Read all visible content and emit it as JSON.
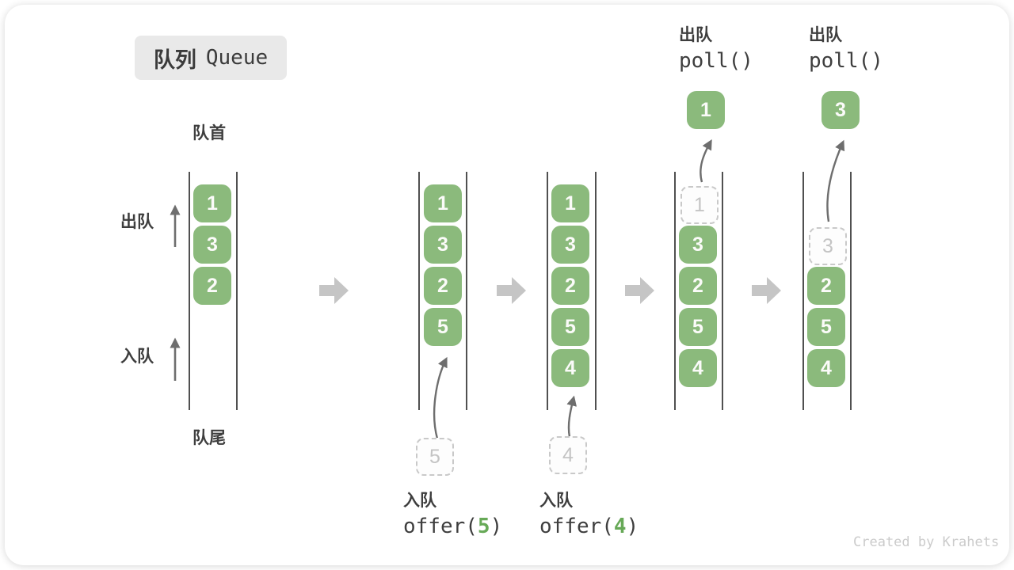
{
  "title": {
    "zh": "队列",
    "en": "Queue"
  },
  "labels": {
    "front": "队首",
    "rear": "队尾",
    "dequeue": "出队",
    "enqueue": "入队"
  },
  "operations": {
    "offer5": {
      "label": "入队",
      "fn": "offer(",
      "arg": "5",
      "close": ")"
    },
    "offer4": {
      "label": "入队",
      "fn": "offer(",
      "arg": "4",
      "close": ")"
    },
    "poll1": {
      "label": "出队",
      "fn": "poll()"
    },
    "poll2": {
      "label": "出队",
      "fn": "poll()"
    }
  },
  "states": {
    "s1": {
      "items": [
        "1",
        "3",
        "2"
      ]
    },
    "s2": {
      "items": [
        "1",
        "3",
        "2",
        "5"
      ],
      "incoming": "5"
    },
    "s3": {
      "items": [
        "1",
        "3",
        "2",
        "5",
        "4"
      ],
      "incoming": "4"
    },
    "s4": {
      "items": [
        "3",
        "2",
        "5",
        "4"
      ],
      "removed": "1",
      "polled": "1"
    },
    "s5": {
      "items": [
        "2",
        "5",
        "4"
      ],
      "removed": "3",
      "polled": "3"
    }
  },
  "watermark": "Created by Krahets",
  "colors": {
    "item_green": "#8bba7c",
    "arg_green": "#67a957",
    "transition_arrow_gray": "#c5c5c5",
    "path_arrow_gray": "#6e6e6e",
    "dashed_border_gray": "#c9c9c9",
    "text_dark": "#3e3e3e",
    "title_background": "#e9e9e9",
    "watermark_gray": "#cbcbcb"
  }
}
